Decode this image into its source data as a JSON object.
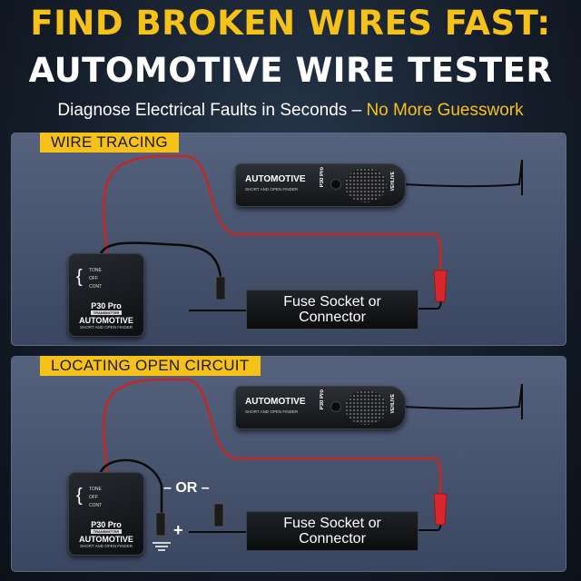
{
  "header": {
    "line1": "FIND BROKEN WIRES FAST:",
    "line2": "AUTOMOTIVE WIRE TESTER",
    "subtitle_main": "Diagnose Electrical Faults in Seconds – ",
    "subtitle_highlight": "No More Guesswork"
  },
  "panels": [
    {
      "title": "WIRE TRACING",
      "fuse_label": "Fuse Socket or\nConnector"
    },
    {
      "title": "LOCATING OPEN CIRCUIT",
      "fuse_label": "Fuse Socket or\nConnector",
      "or_label": "– OR –",
      "plus_label": "+"
    }
  ],
  "transmitter": {
    "modes": [
      "TONE",
      "OFF",
      "CONT"
    ],
    "model": "P30 Pro",
    "role": "TRANSMITTER",
    "brand": "AUTOMOTIVE",
    "desc": "SHORT AND OPEN FINDER"
  },
  "probe": {
    "brand": "AUTOMOTIVE",
    "desc": "SHORT AND OPEN FINDER",
    "model": "P30 Pro",
    "vendor": "VEHLIVE"
  },
  "colors": {
    "accent": "#f6c21a",
    "wire_red": "#c0282a",
    "wire_black": "#0b0b0b",
    "clip_red": "#d8262c"
  }
}
